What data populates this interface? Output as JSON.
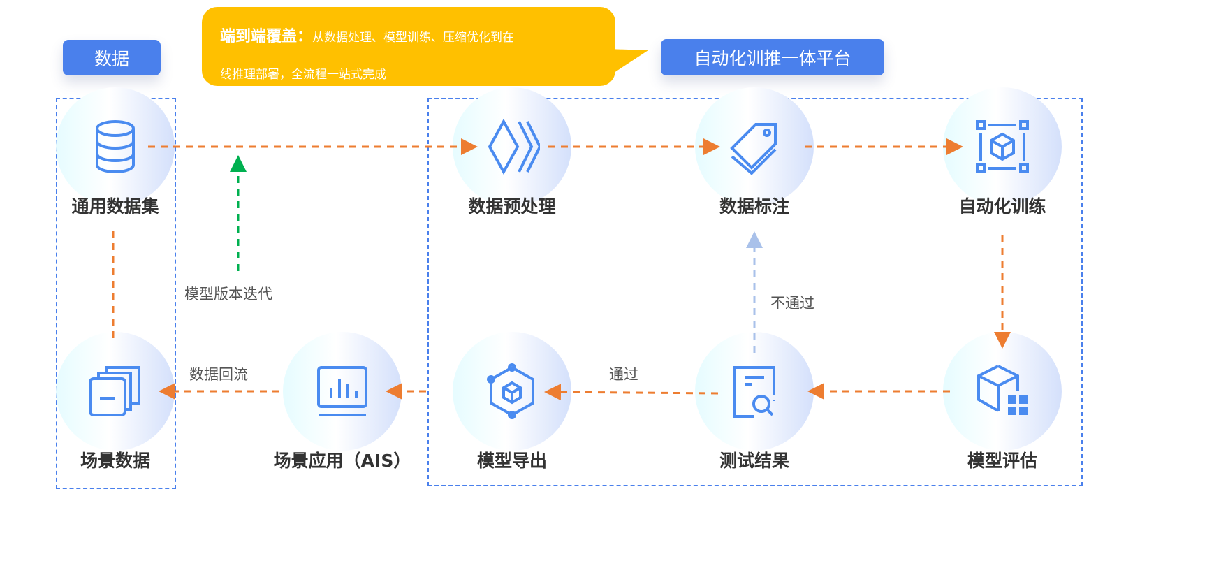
{
  "headers": {
    "data": "数据",
    "platform": "自动化训推一体平台"
  },
  "callout": {
    "title": "端到端覆盖",
    "colon": "：",
    "text1": "从数据处理、模型训练、压缩优化到在",
    "text2": "线推理部署，全流程一站式完成"
  },
  "nodes": {
    "general_dataset": "通用数据集",
    "preprocess": "数据预处理",
    "annotation": "数据标注",
    "auto_training": "自动化训练",
    "scene_data": "场景数据",
    "scene_app": "场景应用（AIS）",
    "model_export": "模型导出",
    "test_result": "测试结果",
    "model_eval": "模型评估"
  },
  "notes": {
    "iteration": "模型版本迭代",
    "fail": "不通过",
    "pass": "通过",
    "backflow": "数据回流"
  },
  "colors": {
    "accent": "#4A80EC",
    "flow": "#ED7D31",
    "iteration": "#00B050",
    "fail": "#A9C1EA",
    "callout": "#FFC000"
  }
}
